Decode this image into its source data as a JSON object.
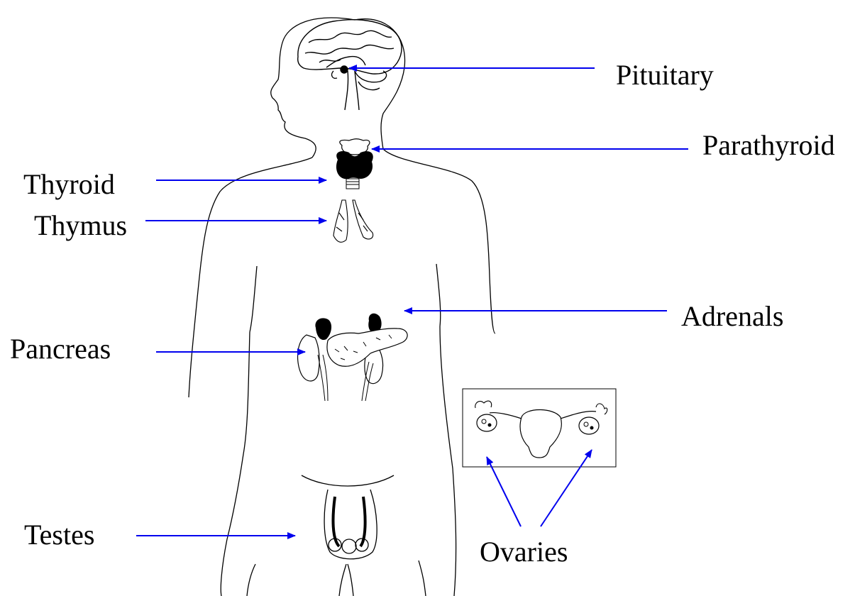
{
  "labels": {
    "pituitary": "Pituitary",
    "parathyroid": "Parathyroid",
    "thyroid": "Thyroid",
    "thymus": "Thymus",
    "adrenals": "Adrenals",
    "pancreas": "Pancreas",
    "testes": "Testes",
    "ovaries": "Ovaries"
  },
  "colors": {
    "arrow": "#0000ee",
    "outline": "#000000",
    "gland_dark": "#000000",
    "background": "#ffffff"
  }
}
